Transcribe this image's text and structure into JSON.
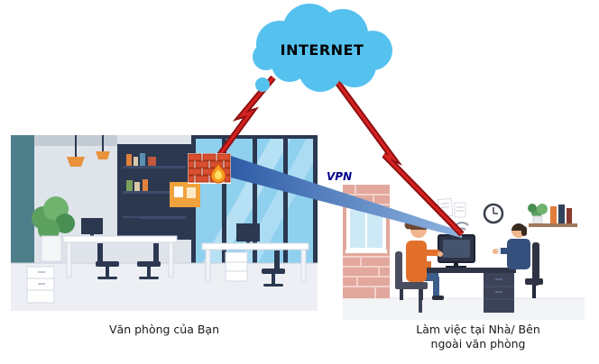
{
  "diagram": {
    "internet": {
      "label": "INTERNET"
    },
    "vpn": {
      "label": "VPN"
    },
    "office": {
      "caption": "Văn phòng của Bạn"
    },
    "home": {
      "caption_line1": "Làm việc tại Nhà/ Bên",
      "caption_line2": "ngoài văn phòng"
    }
  },
  "icons": {
    "cloud": "internet-cloud-icon",
    "firewall": "firewall-icon",
    "flame": "flame-icon",
    "wifi": "wifi-signal-icon",
    "clock": "wall-clock-icon",
    "lightning_left": "lightning-link-icon",
    "lightning_right": "lightning-link-icon"
  },
  "colors": {
    "cloud_blue": "#55c1ef",
    "lightning_dark": "#8e1010",
    "lightning_red": "#d62222",
    "vpn_blue_dark": "#2e5ca6",
    "vpn_blue_light": "#8fb4e0",
    "vpn_label": "#00008b",
    "caption_text": "#1a1a1a",
    "brick_red": "#d94f30"
  }
}
